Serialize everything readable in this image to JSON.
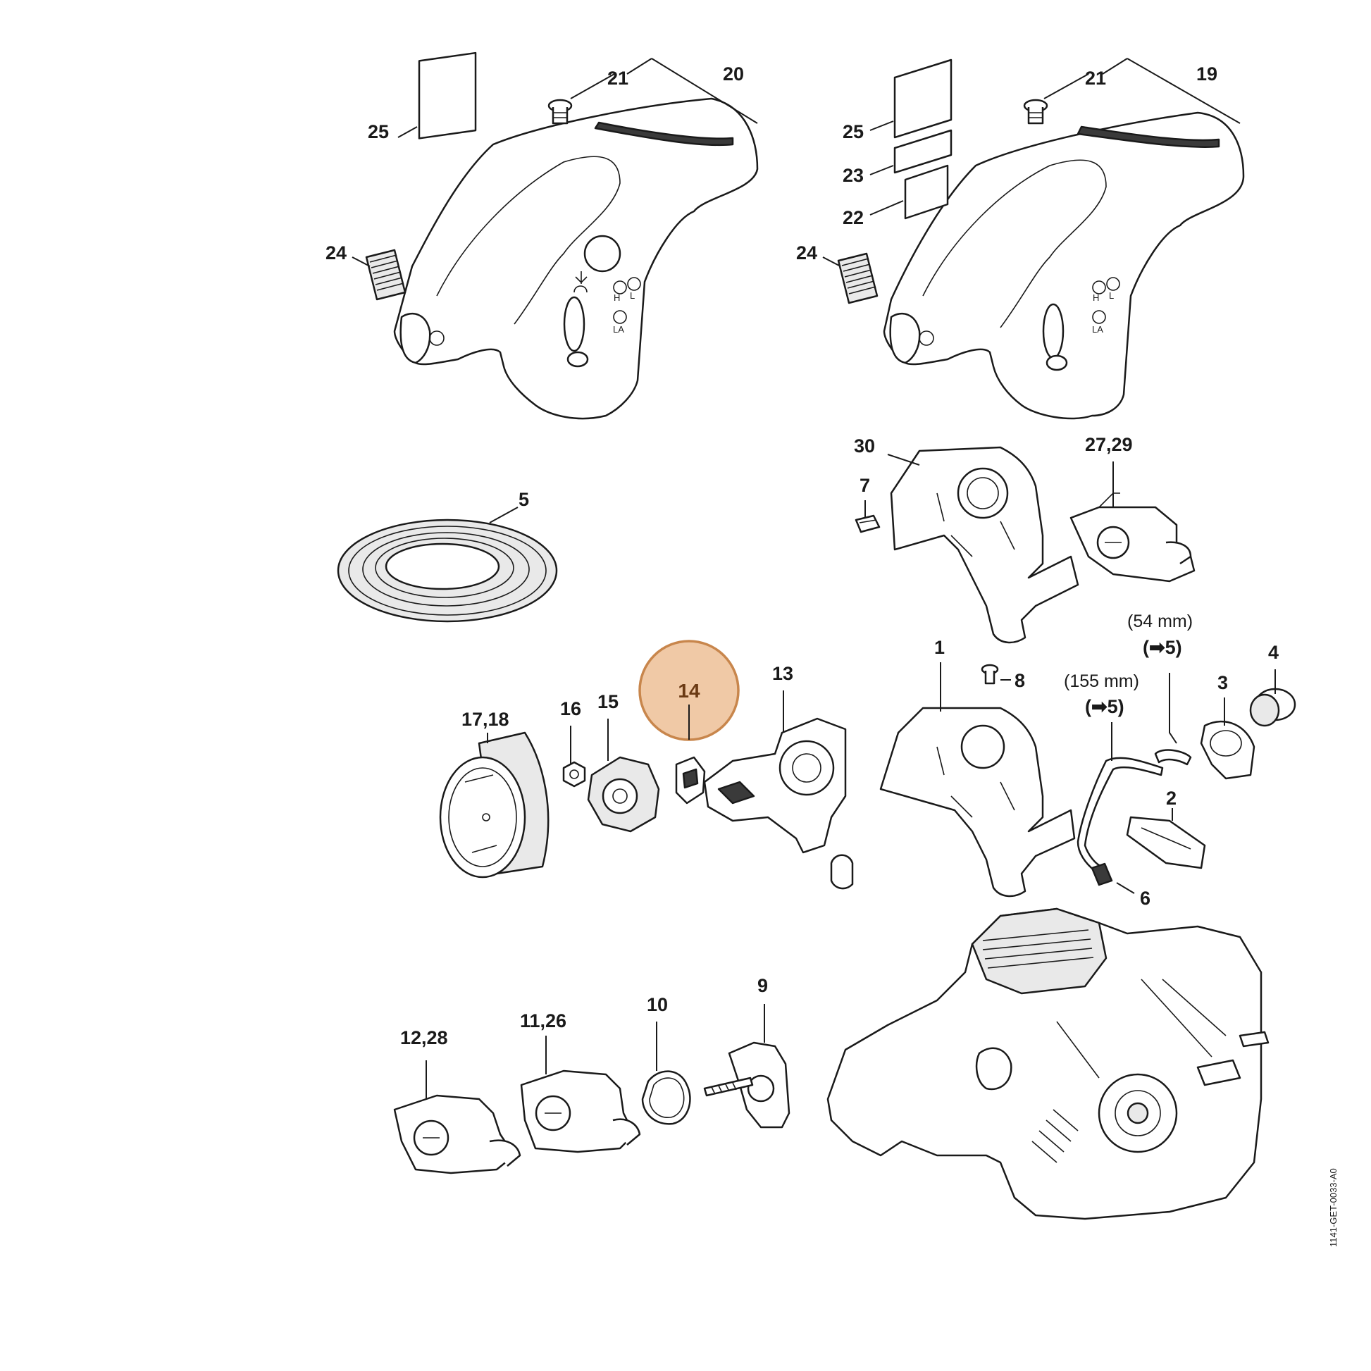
{
  "diagram": {
    "document_id": "1141-GET-0033-A0",
    "highlight": {
      "label": "14",
      "color": "#f0c9a6",
      "border_color": "#c8864c"
    },
    "callouts": {
      "c25a": "25",
      "c21a": "21",
      "c20": "20",
      "c24a": "24",
      "c25b": "25",
      "c23": "23",
      "c22": "22",
      "c21b": "21",
      "c19": "19",
      "c24b": "24",
      "c30": "30",
      "c2729": "27,29",
      "c7": "7",
      "c5": "5",
      "c1": "1",
      "c8": "8",
      "c13": "13",
      "c15": "15",
      "c16": "16",
      "c1718": "17,18",
      "c54": "(54 mm)",
      "c54ref": "(➡5)",
      "c155": "(155 mm)",
      "c155ref": "(➡5)",
      "c4": "4",
      "c3": "3",
      "c2": "2",
      "c6": "6",
      "c9": "9",
      "c10": "10",
      "c1126": "11,26",
      "c1228": "12,28"
    },
    "cover_markings": {
      "left": {
        "h": "H",
        "l": "L",
        "la": "LA"
      },
      "right": {
        "h": "H",
        "l": "L",
        "la": "LA"
      }
    }
  }
}
